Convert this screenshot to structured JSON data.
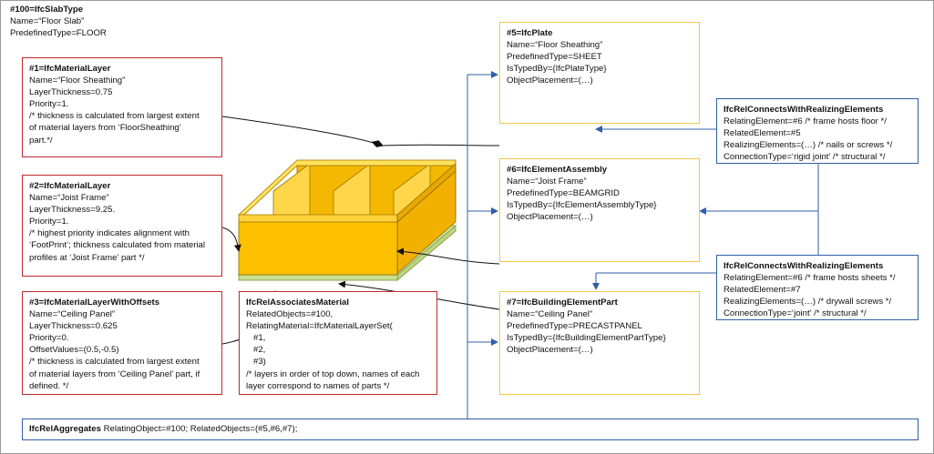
{
  "slab_type": {
    "header": "#100=IfcSlabType",
    "name": "Name=“Floor Slab”",
    "predefined": "PredefinedType=FLOOR"
  },
  "layer1": {
    "header": "#1=IfcMaterialLayer",
    "lines": [
      "Name=“Floor Sheathing”",
      "LayerThickness=0.75",
      "Priority=1.",
      "/* thickness is calculated from largest extent",
      "of material layers from ‘FloorSheathing’",
      "part.*/"
    ]
  },
  "layer2": {
    "header": "#2=IfcMaterialLayer",
    "lines": [
      "Name=“Joist Frame”",
      "LayerThickness=9.25.",
      "Priority=1.",
      "/* highest priority indicates alignment with",
      "‘FootPrint’; thickness calculated from material",
      "profiles at ‘Joist Frame’ part */"
    ]
  },
  "layer3": {
    "header": "#3=IfcMaterialLayerWithOffsets",
    "lines": [
      "Name=“Ceiling Panel”",
      "LayerThickness=0.625",
      "Priority=0.",
      "OffsetValues=(0.5,-0.5)",
      "/* thickness is calculated from largest extent",
      "of material layers from ‘Ceiling Panel’ part, if",
      "defined. */"
    ]
  },
  "associates": {
    "header": "IfcRelAssociatesMaterial",
    "line1": "RelatedObjects=#100,",
    "line2": "RelatingMaterial=IfcMaterialLayerSet(",
    "items": [
      "#1,",
      "#2,",
      "#3)"
    ],
    "comment1": "/* layers in order of top down, names of each",
    "comment2": "layer correspond to names of parts */"
  },
  "plate": {
    "header": "#5=IfcPlate",
    "lines": [
      "Name=“Floor Sheathing”",
      "PredefinedType=SHEET",
      "IsTypedBy={IfcPlateType}",
      "ObjectPlacement=(…)"
    ]
  },
  "assembly": {
    "header": "#6=IfcElementAssembly",
    "lines": [
      "Name=“Joist Frame”",
      "PredefinedType=BEAMGRID",
      "IsTypedBy={IfcElementAssemblyType}",
      "ObjectPlacement=(…)"
    ]
  },
  "part": {
    "header": "#7=IfcBuildingElementPart",
    "lines": [
      "Name=“Ceiling Panel”",
      "PredefinedType=PRECASTPANEL",
      "IsTypedBy={IfcBuildingElementPartType}",
      "ObjectPlacement=(…)"
    ]
  },
  "connects1": {
    "header": "IfcRelConnectsWithRealizingElements",
    "lines": [
      "RelatingElement=#6 /* frame hosts floor */",
      "RelatedElement=#5",
      "RealizingElements=(…) /* nails or screws */",
      "ConnectionType=‘rigid joint’ /* structural */"
    ]
  },
  "connects2": {
    "header": "IfcRelConnectsWithRealizingElements",
    "lines": [
      "RelatingElement=#6 /* frame hosts sheets */",
      "RelatedElement=#7",
      "RealizingElements=(…) /* drywall screws */",
      "ConnectionType=‘joint’ /* structural */"
    ]
  },
  "aggregates": {
    "header": "IfcRelAggregates",
    "text": " RelatingObject=#100; RelatedObjects=(#5,#6,#7);"
  },
  "colors": {
    "red_border": "#c0282d",
    "gold_border": "#f0c94a",
    "blue_border": "#2f5fa8",
    "joist_orange": "#ffc000",
    "sheathing_yellow": "#ffe15a",
    "ceiling_green": "#d6e8a8"
  }
}
